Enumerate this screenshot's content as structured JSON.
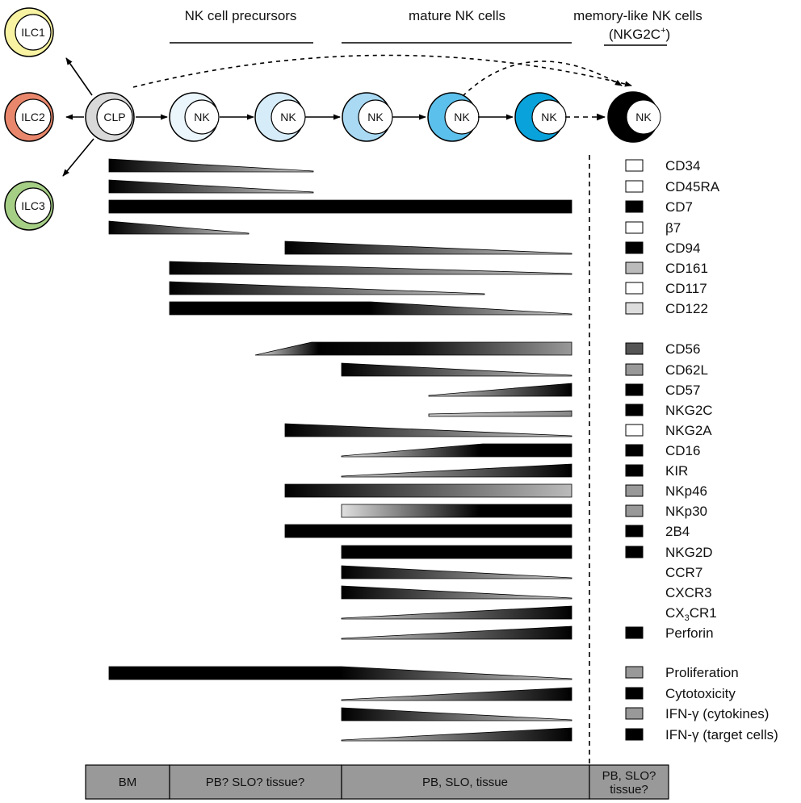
{
  "stages": {
    "precursors": "NK cell precursors",
    "mature": "mature NK cells",
    "memory_line1": "memory-like NK cells",
    "memory_line2": "(NKG2C",
    "memory_sup": "+",
    "memory_close": ")"
  },
  "ilc_cells": [
    {
      "label": "ILC1",
      "color": "#f7f3a2"
    },
    {
      "label": "ILC2",
      "color": "#e9876c"
    },
    {
      "label": "ILC3",
      "color": "#a6cf86"
    }
  ],
  "lineage": [
    {
      "label": "CLP",
      "fill": "#d9d9d9"
    },
    {
      "label": "NK",
      "fill": "#eaf5fc"
    },
    {
      "label": "NK",
      "fill": "#d6edf9"
    },
    {
      "label": "NK",
      "fill": "#a9d9f3"
    },
    {
      "label": "NK",
      "fill": "#5cc0ec"
    },
    {
      "label": "NK",
      "fill": "#0aa2db"
    },
    {
      "label": "NK",
      "fill": "#000000"
    }
  ],
  "markers": [
    {
      "label": "CD34",
      "swatch": "#ffffff"
    },
    {
      "label": "CD45RA",
      "swatch": "#ffffff"
    },
    {
      "label": "CD7",
      "swatch": "#000000"
    },
    {
      "label": "β7",
      "swatch": "#ffffff"
    },
    {
      "label": "CD94",
      "swatch": "#000000"
    },
    {
      "label": "CD161",
      "swatch": "#bbbbbb"
    },
    {
      "label": "CD117",
      "swatch": "#ffffff"
    },
    {
      "label": "CD122",
      "swatch": "#dddddd"
    },
    {
      "label": "CD56",
      "swatch": "#555555"
    },
    {
      "label": "CD62L",
      "swatch": "#999999"
    },
    {
      "label": "CD57",
      "swatch": "#000000"
    },
    {
      "label": "NKG2C",
      "swatch": "#000000"
    },
    {
      "label": "NKG2A",
      "swatch": "#ffffff"
    },
    {
      "label": "CD16",
      "swatch": "#000000"
    },
    {
      "label": "KIR",
      "swatch": "#000000"
    },
    {
      "label": "NKp46",
      "swatch": "#999999"
    },
    {
      "label": "NKp30",
      "swatch": "#999999"
    },
    {
      "label": "2B4",
      "swatch": "#000000"
    },
    {
      "label": "NKG2D",
      "swatch": "#000000"
    },
    {
      "label": "CCR7",
      "swatch": null
    },
    {
      "label": "CXCR3",
      "swatch": null
    },
    {
      "label": "CX3CR1",
      "swatch": null
    },
    {
      "label": "Perforin",
      "swatch": "#000000"
    },
    {
      "label": "Proliferation",
      "swatch": "#999999"
    },
    {
      "label": "Cytotoxicity",
      "swatch": "#000000"
    },
    {
      "label": "IFN-γ (cytokines)",
      "swatch": "#999999"
    },
    {
      "label": "IFN-γ (target cells)",
      "swatch": "#000000"
    }
  ],
  "locations": [
    "BM",
    "PB? SLO? tissue?",
    "PB, SLO, tissue",
    "PB, SLO? tissue?"
  ],
  "colors": {
    "location_bar": "#999999",
    "ink": "#000000"
  }
}
